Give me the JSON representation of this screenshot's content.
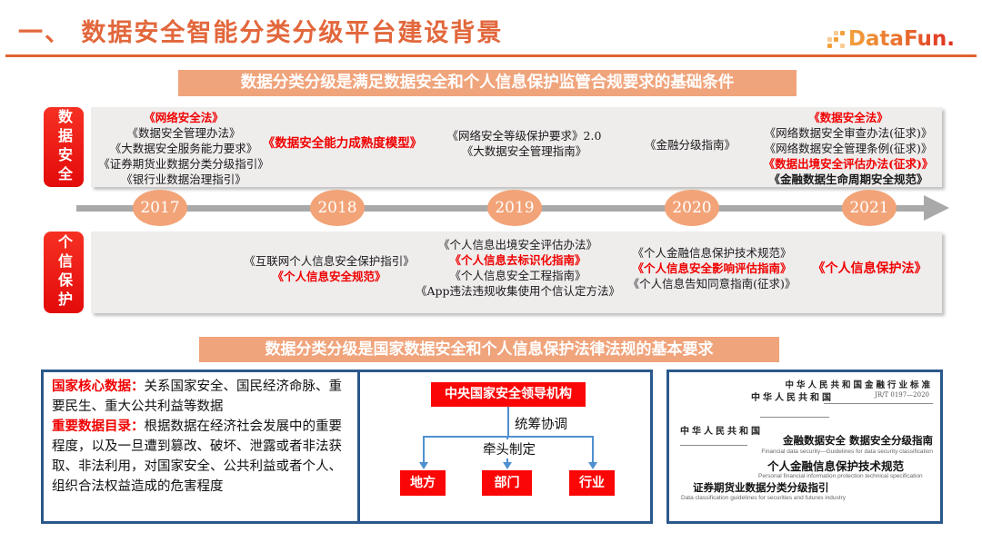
{
  "header": {
    "title": "一、 数据安全智能分类分级平台建设背景",
    "logo_text": "DataFun."
  },
  "banner_top": "数据分类分级是满足数据安全和个人信息保护监管合规要求的基础条件",
  "banner_bottom": "数据分类分级是国家数据安全和个人信息保护法律法规的基本要求",
  "timeline": {
    "years": [
      "2017",
      "2018",
      "2019",
      "2020",
      "2021"
    ]
  },
  "data_security": {
    "label": "数据安全",
    "groups": [
      {
        "year": "2017",
        "items": [
          {
            "text": "《网络安全法》",
            "red": true,
            "bold": true
          },
          {
            "text": "《数据安全管理办法》"
          },
          {
            "text": "《大数据安全服务能力要求》"
          },
          {
            "text": "《证券期货业数据分类分级指引》"
          },
          {
            "text": "《银行业数据治理指引》"
          }
        ]
      },
      {
        "year": "2018",
        "items": [
          {
            "text": "《数据安全能力成熟度模型》",
            "red": true,
            "bold": true
          }
        ]
      },
      {
        "year": "2019",
        "items": [
          {
            "text": "《网络安全等级保护要求》2.0"
          },
          {
            "text": "《大数据安全管理指南》"
          }
        ]
      },
      {
        "year": "2020",
        "items": [
          {
            "text": "《金融分级指南》"
          }
        ]
      },
      {
        "year": "2021",
        "items": [
          {
            "text": "《数据安全法》",
            "red": true,
            "bold": true
          },
          {
            "text": "《网络数据安全审查办法(征求)》"
          },
          {
            "text": "《网络数据安全管理条例(征求)》"
          },
          {
            "text": "《数据出境安全评估办法(征求)》",
            "red": true,
            "bold": true
          },
          {
            "text": "《金融数据生命周期安全规范》",
            "bold": true
          }
        ]
      }
    ]
  },
  "personal_info": {
    "label": "个信保护",
    "groups": [
      {
        "year": "2018",
        "items": [
          {
            "text": "《互联网个人信息安全保护指引》"
          },
          {
            "text": "《个人信息安全规范》",
            "red": true,
            "bold": true
          }
        ]
      },
      {
        "year": "2019",
        "items": [
          {
            "text": "《个人信息出境安全评估办法》"
          },
          {
            "text": "《个人信息去标识化指南》",
            "red": true,
            "bold": true
          },
          {
            "text": "《个人信息安全工程指南》"
          },
          {
            "text": "《App违法违规收集使用个信认定方法》"
          }
        ]
      },
      {
        "year": "2020",
        "items": [
          {
            "text": "《个人金融信息保护技术规范》"
          },
          {
            "text": "《个人信息安全影响评估指南》",
            "red": true,
            "bold": true
          },
          {
            "text": "《个人信息告知同意指南(征求)》"
          }
        ]
      },
      {
        "year": "2021",
        "items": [
          {
            "text": "《个人信息保护法》",
            "red": true,
            "bold": true
          }
        ]
      }
    ]
  },
  "core_box": {
    "item1_title": "国家核心数据：",
    "item1_text": "关系国家安全、国民经济命脉、重要民生、重大公共利益等数据",
    "item2_title": "重要数据目录：",
    "item2_text": "根据数据在经济社会发展中的重要程度，以及一旦遭到篡改、破坏、泄露或者非法获取、非法利用，对国家安全、公共利益或者个人、组织合法权益造成的危害程度"
  },
  "org_chart": {
    "top": "中央国家安全领导机构",
    "coordinate_label": "统筹协调",
    "lead_label": "牵头制定",
    "children": [
      "地方",
      "部门",
      "行业"
    ],
    "accent_red": "#FB0606",
    "connector_blue": "#4F90D0"
  },
  "standards_box": {
    "doc1": {
      "header": "中华人民共和国金融行业标准",
      "code": "JR/T 0197—2020",
      "title": "金融数据安全 数据安全分级指南",
      "subtitle": "Financial data security—Guidelines for data security classification"
    },
    "doc2": {
      "header": "中华人民共和国",
      "title": "个人金融信息保护技术规范",
      "subtitle": "Personal financial information protection technical specification"
    },
    "doc3": {
      "header": "中华人民共和国",
      "title": "证券期货业数据分类分级指引",
      "subtitle": "Data classification guidelines for securities and futures industry"
    }
  },
  "colors": {
    "title_orange": "#E2673C",
    "banner_orange": "#F0A47C",
    "law_red": "#F00000",
    "label_red": "#E30B0B",
    "timeline_gray": "#A9A9A9",
    "box_border_blue": "#2B588C"
  }
}
